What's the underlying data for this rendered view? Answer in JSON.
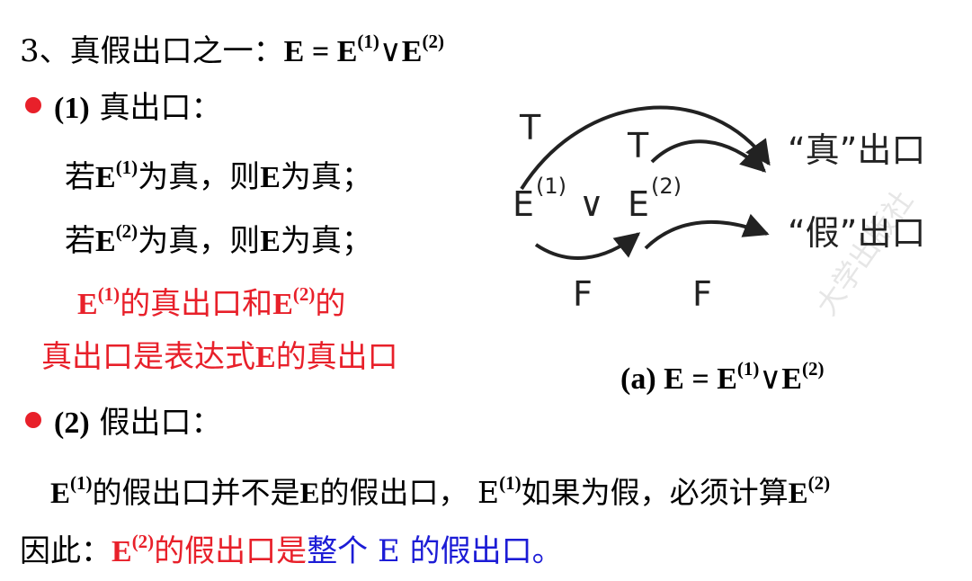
{
  "heading": {
    "prefix": "3、真假出口之一：",
    "formula_a": "E = E",
    "sup1": "(1)",
    "or": "∨",
    "formula_b": "E",
    "sup2": "(2)"
  },
  "section1": {
    "label": "(1)",
    "title": "真出口：",
    "line1": {
      "pre": "若",
      "e": "E",
      "sup": "(1)",
      "mid": "为真，则",
      "e2": "E",
      "post": "为真；"
    },
    "line2": {
      "pre": "若",
      "e": "E",
      "sup": "(2)",
      "mid": "为真，则",
      "e2": "E",
      "post": "为真；"
    },
    "red1": {
      "e": "E",
      "sup": "(1)",
      "mid": "的真出口和",
      "e2": "E",
      "sup2": "(2)",
      "post": "的"
    },
    "red2": {
      "pre": "真出口是表达式",
      "e": "E",
      "post": "的真出口"
    }
  },
  "section2": {
    "label": "(2)",
    "title": "假出口：",
    "line1": {
      "e": "E",
      "sup": "(1)",
      "mid": "的假出口并不是",
      "e2": "E",
      "mid2": "的假出口，",
      "e3": "E",
      "sup3": "(1)",
      "mid3": "如果为假，必须计算",
      "e4": "E",
      "sup4": "(2)"
    },
    "line2": {
      "pre": "因此：",
      "red_e": "E",
      "red_sup": "(2)",
      "red_text": "的假出口是",
      "blue_text": "整个 E 的假出口。"
    }
  },
  "diagram": {
    "T": "T",
    "F": "F",
    "e": "E",
    "sup1": "(1)",
    "sup2": "(2)",
    "or": "∨",
    "true_exit": "“真”出口",
    "false_exit": "“假”出口",
    "watermark": "大学出版社",
    "caption": {
      "pre": "(a) E = E",
      "sup1": "(1)",
      "or": "∨",
      "e": "E",
      "sup2": "(2)"
    }
  }
}
